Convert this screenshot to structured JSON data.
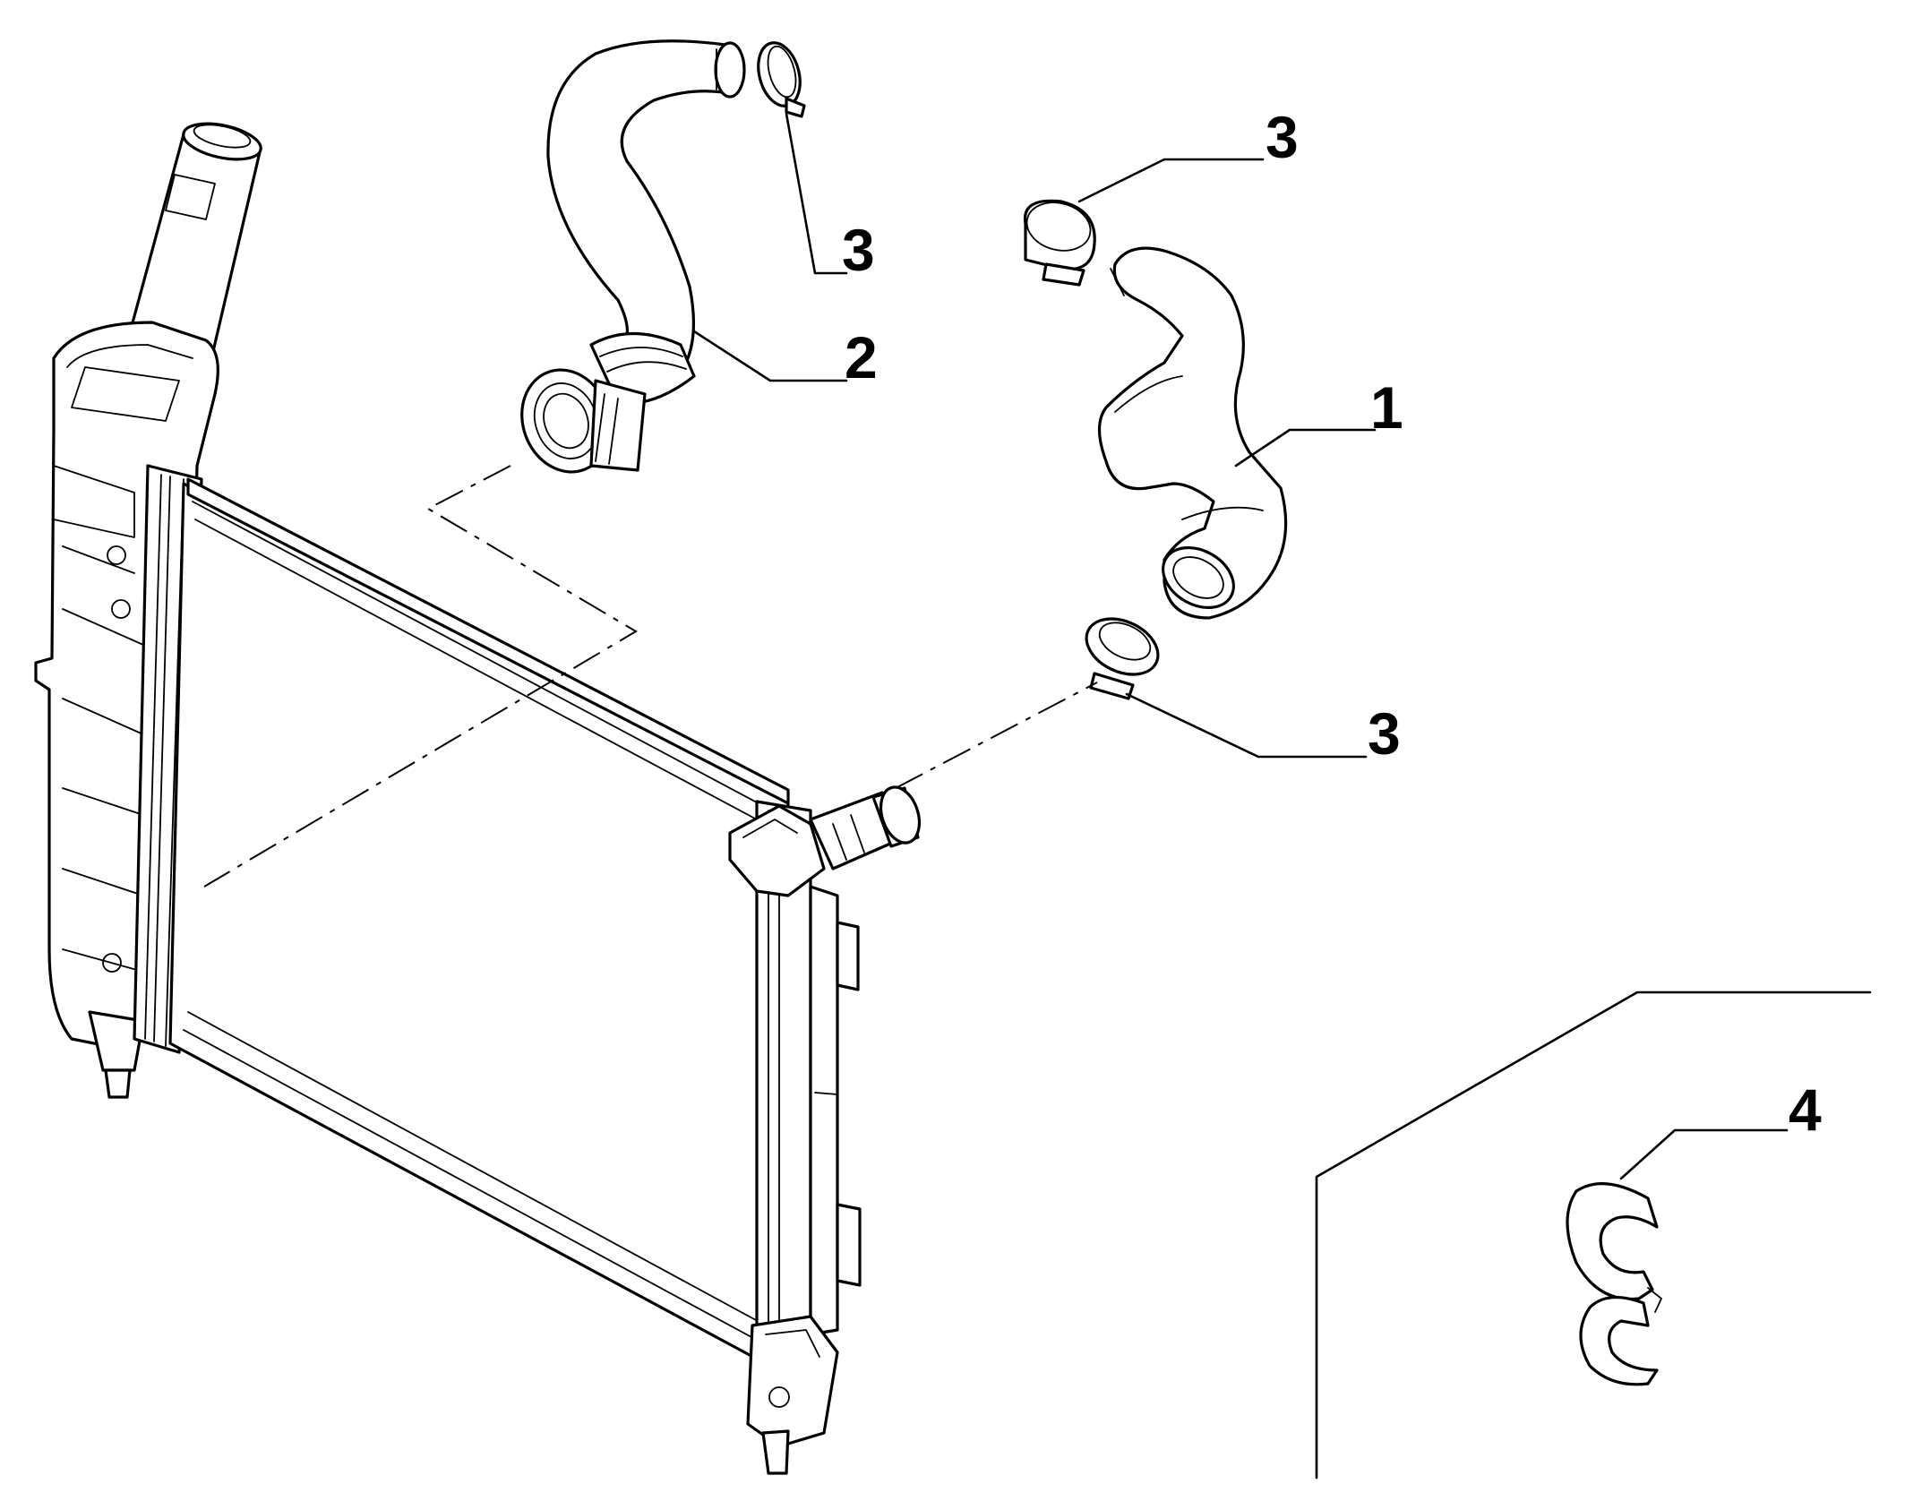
{
  "callouts": {
    "hose_lower": "1",
    "hose_upper": "2",
    "clamp_top_left": "3",
    "clamp_top_right": "3",
    "clamp_lower": "3",
    "clip_detail": "4"
  },
  "colors": {
    "ink": "#000000",
    "paper": "#ffffff"
  }
}
